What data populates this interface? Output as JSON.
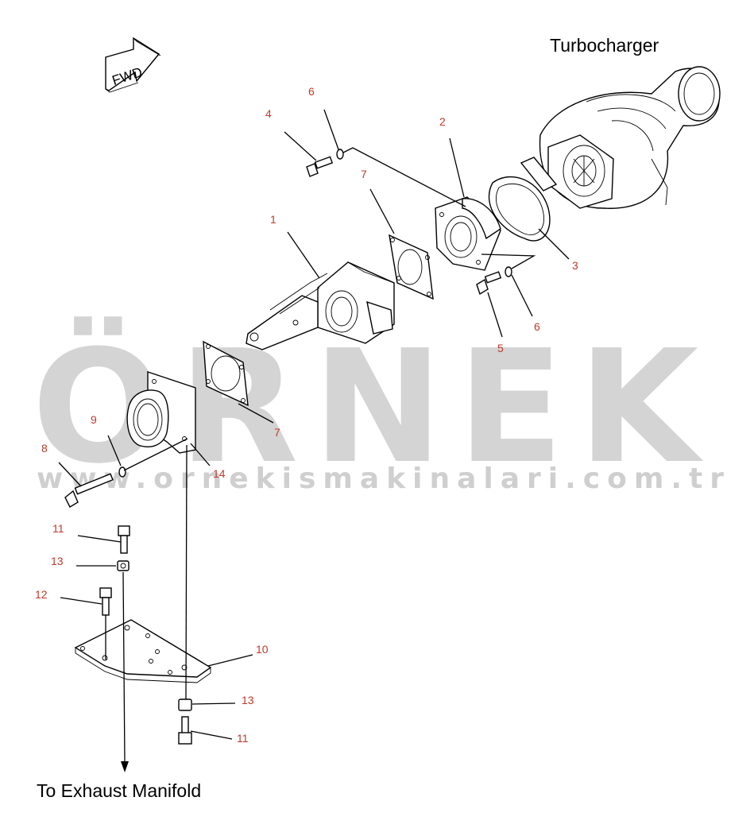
{
  "captions": {
    "top": "Turbocharger",
    "bottom": "To Exhaust Manifold"
  },
  "fwd_marker": {
    "label": "FWD"
  },
  "watermark": {
    "brand": "ÖRNEK",
    "url": "www.ornekismakinalari.com.tr",
    "accent_color": "#f2c94c"
  },
  "callouts": [
    {
      "id": "c1",
      "label": "1"
    },
    {
      "id": "c2",
      "label": "2"
    },
    {
      "id": "c3",
      "label": "3"
    },
    {
      "id": "c4",
      "label": "4"
    },
    {
      "id": "c5",
      "label": "5"
    },
    {
      "id": "c6a",
      "label": "6"
    },
    {
      "id": "c6b",
      "label": "6"
    },
    {
      "id": "c7a",
      "label": "7"
    },
    {
      "id": "c7b",
      "label": "7"
    },
    {
      "id": "c8",
      "label": "8"
    },
    {
      "id": "c9",
      "label": "9"
    },
    {
      "id": "c10",
      "label": "10"
    },
    {
      "id": "c11a",
      "label": "11"
    },
    {
      "id": "c11b",
      "label": "11"
    },
    {
      "id": "c12",
      "label": "12"
    },
    {
      "id": "c13a",
      "label": "13"
    },
    {
      "id": "c13b",
      "label": "13"
    },
    {
      "id": "c14",
      "label": "14"
    }
  ]
}
